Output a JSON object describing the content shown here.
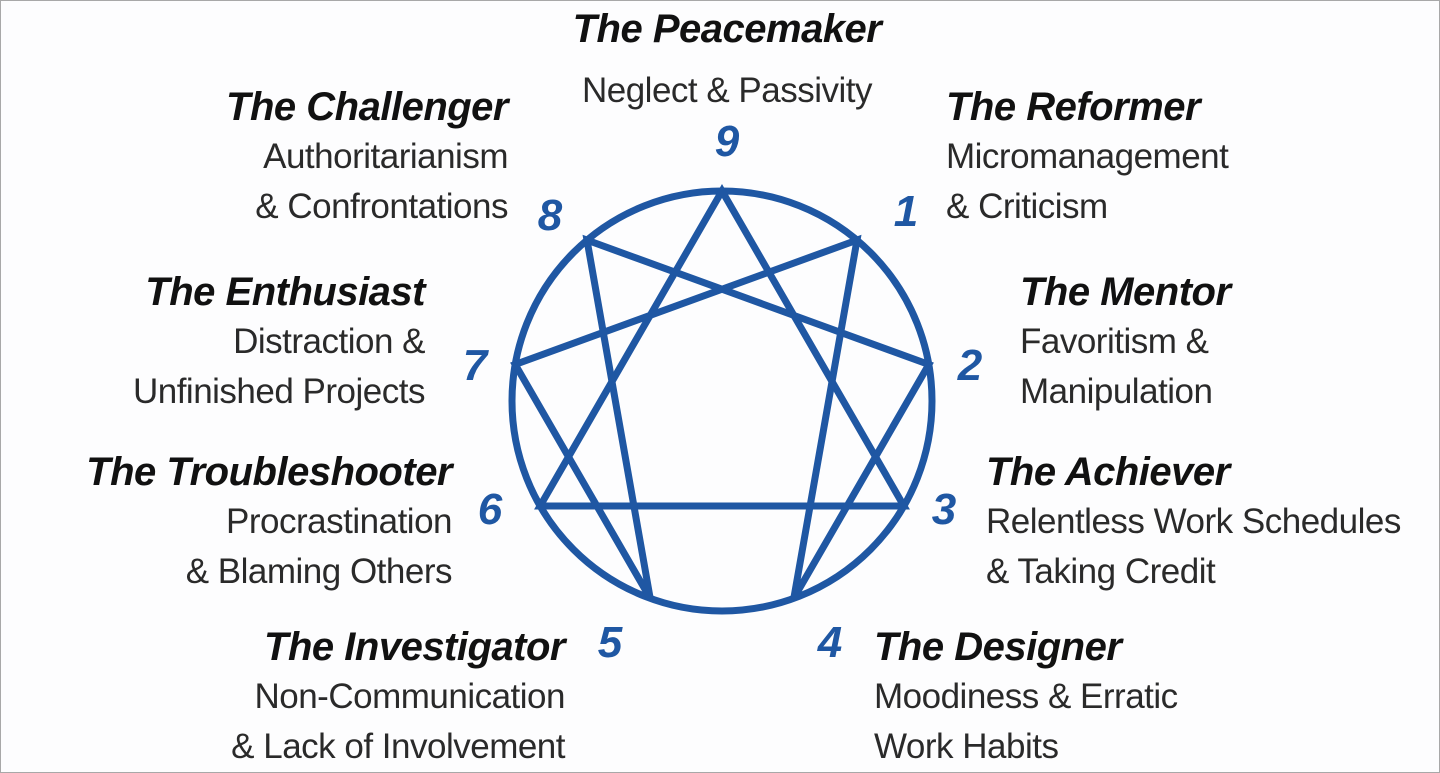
{
  "colors": {
    "line": "#1f57a3",
    "title": "#111111",
    "subtitle": "#2a2a2a"
  },
  "types": [
    {
      "number": "9",
      "title": "The Peacemaker",
      "lines": [
        "Neglect & Passivity"
      ]
    },
    {
      "number": "1",
      "title": "The Reformer",
      "lines": [
        "Micromanagement",
        "& Criticism"
      ]
    },
    {
      "number": "2",
      "title": "The Mentor",
      "lines": [
        "Favoritism &",
        "Manipulation"
      ]
    },
    {
      "number": "3",
      "title": "The Achiever",
      "lines": [
        "Relentless Work Schedules",
        "& Taking Credit"
      ]
    },
    {
      "number": "4",
      "title": "The Designer",
      "lines": [
        "Moodiness & Erratic",
        "Work Habits"
      ]
    },
    {
      "number": "5",
      "title": "The Investigator",
      "lines": [
        "Non-Communication",
        "& Lack of Involvement"
      ]
    },
    {
      "number": "6",
      "title": "The Troubleshooter",
      "lines": [
        "Procrastination",
        "& Blaming Others"
      ]
    },
    {
      "number": "7",
      "title": "The Enthusiast",
      "lines": [
        "Distraction &",
        "Unfinished Projects"
      ]
    },
    {
      "number": "8",
      "title": "The Challenger",
      "lines": [
        "Authoritarianism",
        "& Confrontations"
      ]
    }
  ]
}
